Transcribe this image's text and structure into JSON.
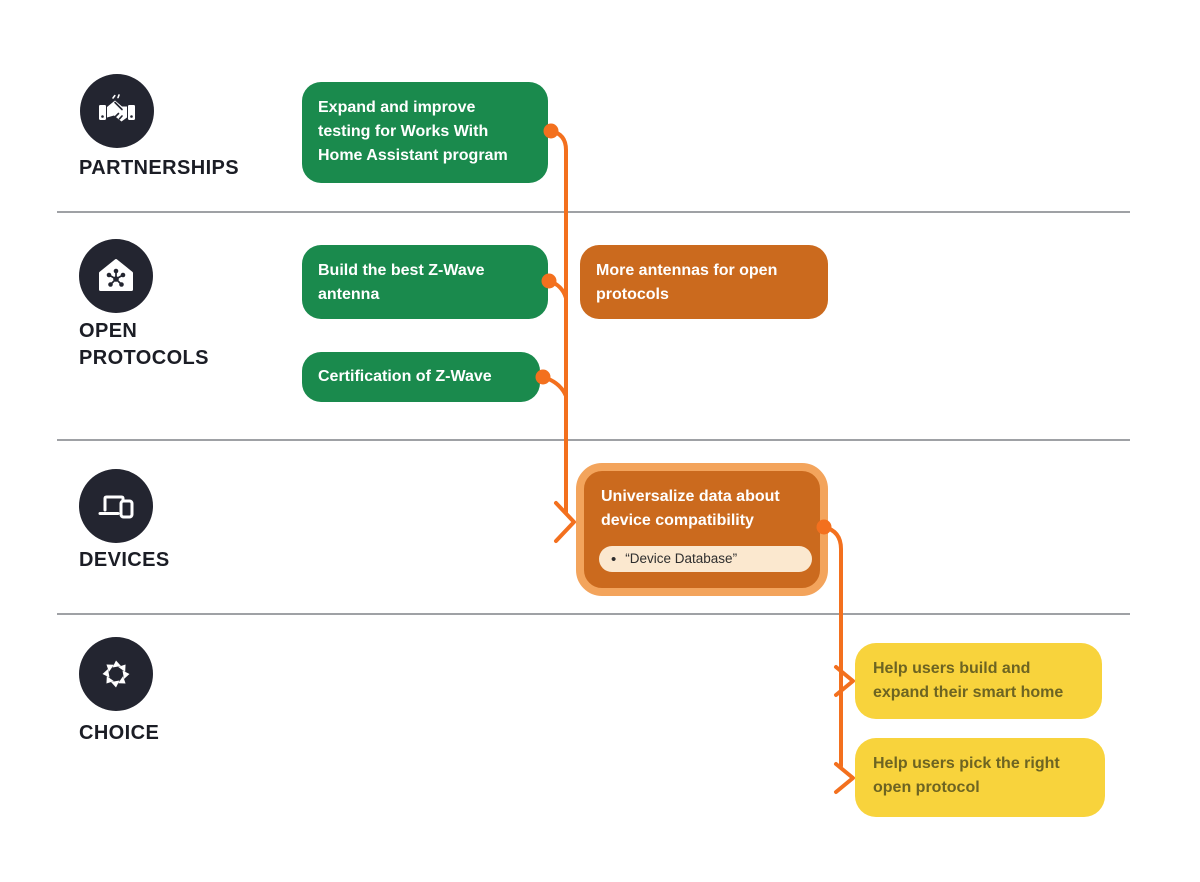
{
  "colors": {
    "green": "#1a8a4d",
    "orange": "#cb6a1e",
    "orange_border": "#f3a45c",
    "cream": "#fbe8cf",
    "yellow": "#f8d33c",
    "yellow_text": "#6d6422",
    "connector": "#f3701e",
    "icon_bg": "#232530",
    "divider": "#9fa1a5",
    "label_text": "#1b1d25",
    "pill_text": "#2e2e2e"
  },
  "rows": [
    {
      "label": "PARTNERSHIPS",
      "icon": "handshake-icon"
    },
    {
      "label": "OPEN PROTOCOLS",
      "icon": "house-network-icon"
    },
    {
      "label": "DEVICES",
      "icon": "devices-icon"
    },
    {
      "label": "CHOICE",
      "icon": "radial-arrows-icon"
    }
  ],
  "nodes": {
    "expand_testing": {
      "text": "Expand and improve\ntesting for Works With\nHome Assistant program",
      "type": "green"
    },
    "best_antenna": {
      "text": "Build the best Z-Wave\nantenna",
      "type": "green"
    },
    "certification": {
      "text": "Certification of Z-Wave",
      "type": "green"
    },
    "more_antennas": {
      "text": "More antennas for open\nprotocols",
      "type": "orange"
    },
    "universalize": {
      "text": "Universalize data about\ndevice compatibility",
      "bullet": "•",
      "sub": "“Device Database”",
      "type": "orange-highlighted"
    },
    "help_build": {
      "text": "Help users build and\nexpand their smart home",
      "type": "yellow"
    },
    "help_pick": {
      "text": "Help users pick the right\nopen protocol",
      "type": "yellow"
    }
  }
}
